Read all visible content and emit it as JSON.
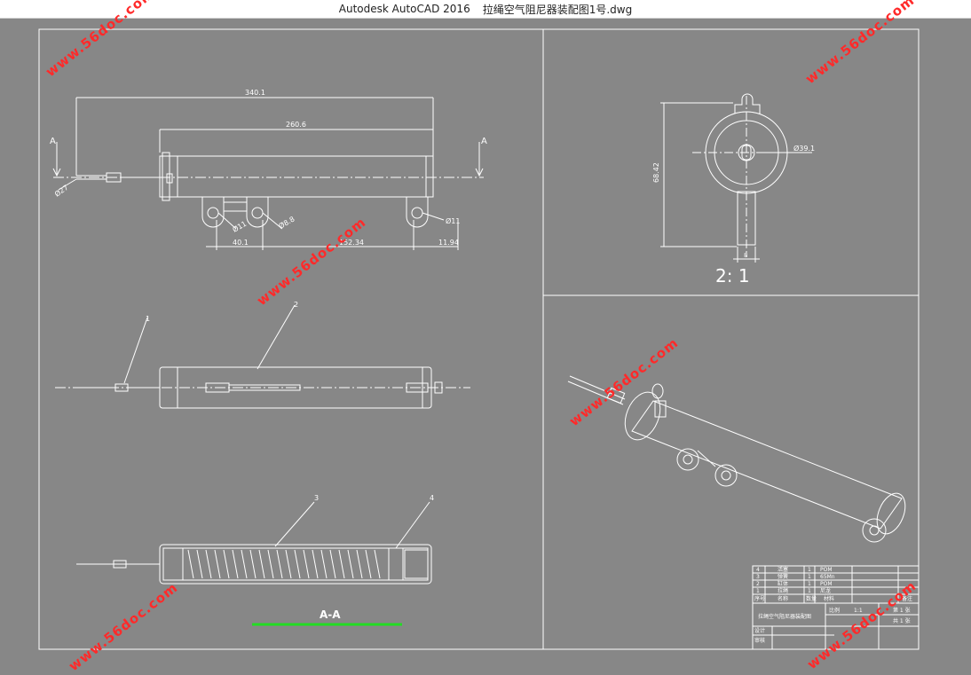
{
  "window": {
    "app_title": "Autodesk AutoCAD 2016",
    "file_title": "拉绳空气阻尼器装配图1号.dwg"
  },
  "drawing": {
    "front_view": {
      "dim_overall": "340.1",
      "dim_body": "260.6",
      "section_mark": "A",
      "dim_diameter_left": "Ø27",
      "dim_hole_a": "Ø11",
      "dim_hole_b": "Ø8.8",
      "dim_hole_c": "Ø11",
      "dim_bottom_1": "40.1",
      "dim_bottom_2": "152.34",
      "dim_bottom_3": "11.94"
    },
    "side_view": {
      "dim_height": "68.42",
      "dim_diameter": "Ø39.1",
      "dim_width": "8",
      "scale_label": "2: 1"
    },
    "balloons": [
      "1",
      "2",
      "3",
      "4"
    ],
    "section_label": "A-A",
    "title_block": {
      "rows": [
        {
          "no": "4",
          "name": "活塞",
          "qty": "1",
          "material": "POM"
        },
        {
          "no": "3",
          "name": "弹簧",
          "qty": "1",
          "material": "65Mn"
        },
        {
          "no": "2",
          "name": "缸体",
          "qty": "1",
          "material": "POM"
        },
        {
          "no": "1",
          "name": "拉绳",
          "qty": "1",
          "material": "尼龙"
        }
      ],
      "header": {
        "no": "序号",
        "name": "名称",
        "qty": "数量",
        "material": "材料",
        "note": "备注"
      },
      "drawing_name": "拉绳空气阻尼器装配图",
      "scale_label": "比例",
      "scale_value": "1:1",
      "sheet_label": "第 1 张",
      "sheet_total": "共 1 张",
      "designer_label": "设计",
      "checker_label": "审核"
    }
  },
  "watermark": "www.56doc.com",
  "colors": {
    "background": "#878787",
    "line": "#ffffff",
    "section_underline": "#22dd22",
    "watermark": "#ff2a2a"
  }
}
